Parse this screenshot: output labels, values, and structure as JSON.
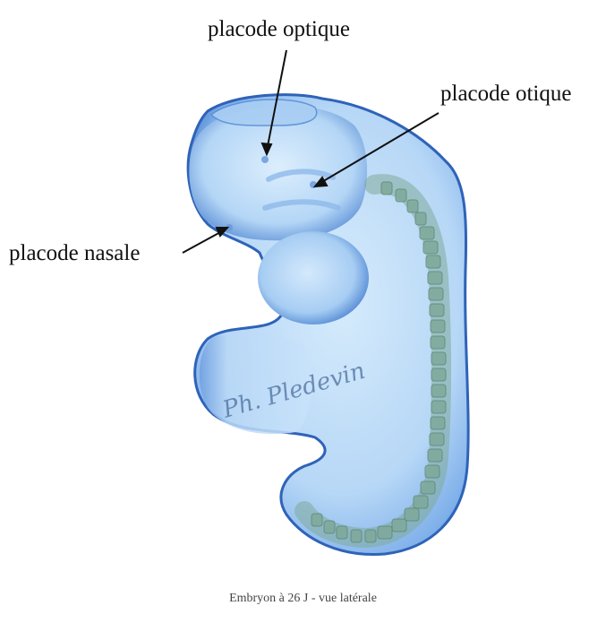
{
  "labels": {
    "optic": "placode optique",
    "otic": "placode otique",
    "nasal": "placode nasale"
  },
  "signature": "Ph. Pledevin",
  "caption": "Embryon à 26 J - vue latérale",
  "colors": {
    "body_light": "#cfe6fb",
    "body_mid": "#9cc6f0",
    "body_dark": "#3f74c8",
    "somite": "#7fa99a",
    "somite_edge": "#5d8877",
    "text": "#111111"
  }
}
